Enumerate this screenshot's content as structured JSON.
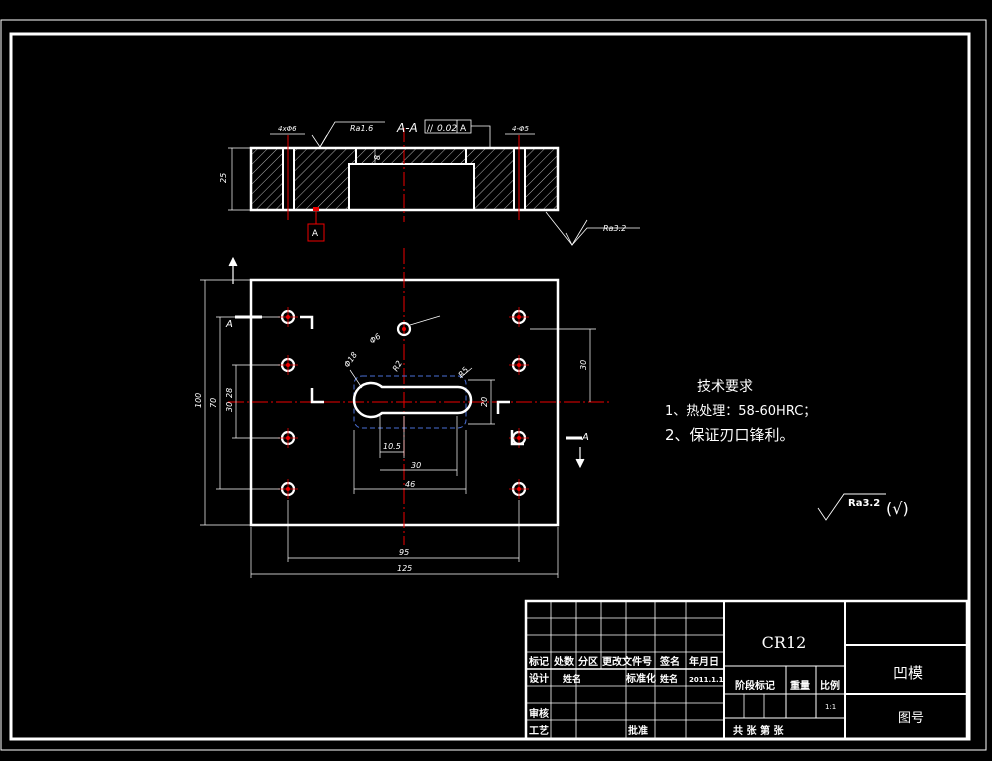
{
  "section": {
    "label": "A-A",
    "tolerance_symbol": "//",
    "tolerance_value": "0.02",
    "tolerance_datum": "A",
    "datum_label": "A",
    "roughness_top": "Ra1.6",
    "roughness_side": "Ra3.2",
    "dim_left": "4xΦ6",
    "dim_right": "4-Φ5",
    "dim_height": "25",
    "dim_depth": "8"
  },
  "plan": {
    "section_mark_left": "A",
    "section_mark_right": "A",
    "dim_hole": "Φ6",
    "dim_d18": "Φ18",
    "dim_r2": "R2",
    "dim_r5": "R5",
    "dim_30_right": "30",
    "dim_20": "20",
    "dim_10_5": "10.5",
    "dim_30_bottom": "30",
    "dim_46": "46",
    "dim_95": "95",
    "dim_125": "125",
    "dim_100": "100",
    "dim_70": "70",
    "dim_30_left": "30",
    "dim_28": "28"
  },
  "notes": {
    "title": "技术要求",
    "line1": "1、热处理：58-60HRC；",
    "line2": "2、保证刃口锋利。"
  },
  "roughness_general": {
    "value": "Ra3.2",
    "suffix": "(√)"
  },
  "title_block": {
    "material": "CR12",
    "part_name": "凹模",
    "drawing_no_label": "图号",
    "h_mark": "标记",
    "h_count": "处数",
    "h_zone": "分区",
    "h_doc": "更改文件号",
    "h_sign": "签名",
    "h_date": "年月日",
    "design": "设计",
    "design_sign": "姓名",
    "standard": "标准化",
    "standard_sign": "姓名",
    "date": "2011.1.1",
    "stage": "阶段标记",
    "weight": "重量",
    "scale": "比例",
    "scale_value": "1:1",
    "review": "审核",
    "process": "工艺",
    "approve": "批准",
    "sheets": "共  张  第  张"
  },
  "colors": {
    "background": "#000000",
    "line": "#ffffff",
    "center_line": "#dd0000",
    "hidden": "#4a6fd6"
  }
}
